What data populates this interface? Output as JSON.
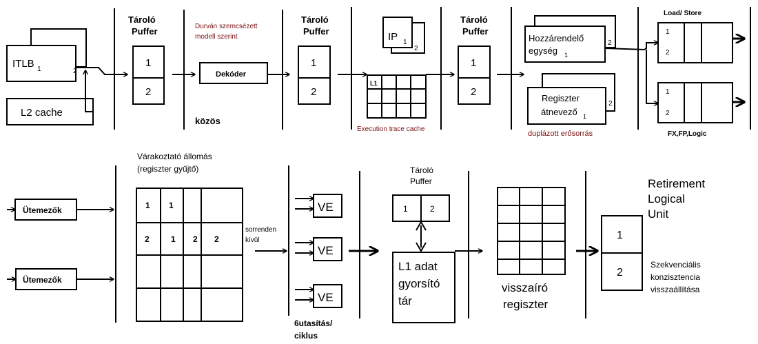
{
  "top": {
    "itlb": {
      "label": "ITLB",
      "sub": "1",
      "port": "2"
    },
    "l2": "L2 cache",
    "buffer1": {
      "title1": "Tároló",
      "title2": "Puffer",
      "cells": [
        "1",
        "2"
      ]
    },
    "coarse": {
      "line1": "Durván szemcsézett",
      "line2": "modell szerint"
    },
    "decoder": "Dekóder",
    "common": "közös",
    "buffer2": {
      "title1": "Tároló",
      "title2": "Puffer",
      "cells": [
        "1",
        "2"
      ]
    },
    "ip": {
      "label": "IP",
      "sub": "1",
      "port": "2"
    },
    "trace": {
      "l1": "L1",
      "label": "Execution trace cache"
    },
    "buffer3": {
      "title1": "Tároló",
      "title2": "Puffer",
      "cells": [
        "1",
        "2"
      ]
    },
    "assign": {
      "line1": "Hozzárendelő",
      "line2": "egység",
      "sub": "1",
      "port": "2"
    },
    "rename": {
      "line1": "Regiszter",
      "line2": "átnevező",
      "sub": "1",
      "port": "2"
    },
    "duplicated": "duplázott erősorrás",
    "loadstore": "Load/ Store",
    "units": {
      "cells": [
        "1",
        "2"
      ],
      "label": "FX,FP,Logic"
    }
  },
  "bottom": {
    "scheduler1": "Ütemezők",
    "scheduler2": "Ütemezők",
    "station": {
      "title1": "Várakoztató állomás",
      "title2": "(regiszter gyűjtő)",
      "row1": [
        "1",
        "1"
      ],
      "row2": [
        "2",
        "1",
        "2",
        "2"
      ]
    },
    "outoforder": {
      "line1": "sorrenden",
      "line2": "kívül"
    },
    "ve": [
      "VE",
      "VE",
      "VE"
    ],
    "issue": {
      "line1": "6utasítás/",
      "line2": "ciklus"
    },
    "buffer4": {
      "title1": "Tároló",
      "title2": "Puffer",
      "cells": [
        "1",
        "2"
      ]
    },
    "l1data": {
      "line1": "L1 adat",
      "line2": "gyorsító",
      "line3": "tár"
    },
    "writeback": {
      "line1": "visszaíró",
      "line2": "regiszter"
    },
    "retirement": {
      "line1": "Retirement",
      "line2": "Logical",
      "line3": "Unit"
    },
    "retire_cells": [
      "1",
      "2"
    ],
    "sequential": {
      "line1": "Szekvenciális",
      "line2": "konzisztencia",
      "line3": "visszaállítása"
    }
  }
}
